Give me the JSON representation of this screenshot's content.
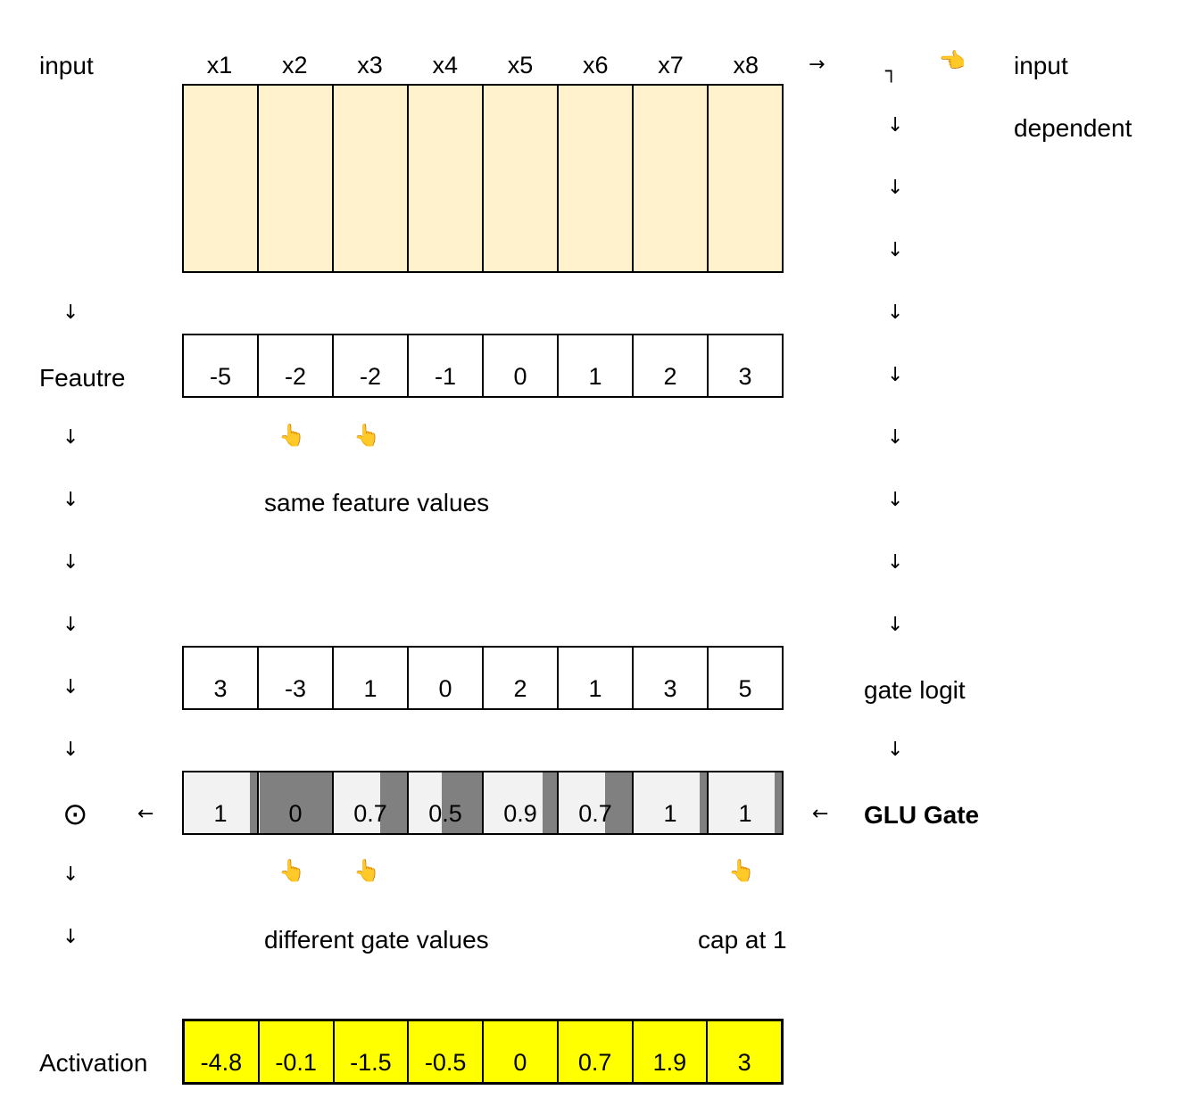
{
  "labels": {
    "input": "input",
    "feature": "Feautre",
    "activation": "Activation",
    "right_input": "input",
    "right_dependent": "dependent",
    "gate_logit": "gate logit",
    "glu_gate": "GLU Gate",
    "same_feature_values": "same feature values",
    "different_gate_values": "different gate values",
    "cap_at_1": "cap at 1"
  },
  "headers": [
    "x1",
    "x2",
    "x3",
    "x4",
    "x5",
    "x6",
    "x7",
    "x8"
  ],
  "feature_values": [
    "-5",
    "-2",
    "-2",
    "-1",
    "0",
    "1",
    "2",
    "3"
  ],
  "gate_logits": [
    "3",
    "-3",
    "1",
    "0",
    "2",
    "1",
    "3",
    "5"
  ],
  "gate_values": [
    "1",
    "0",
    "0.7",
    "0.5",
    "0.9",
    "0.7",
    "1",
    "1"
  ],
  "activation_values": [
    "-4.8",
    "-0.1",
    "-1.5",
    "-0.5",
    "0",
    "0.7",
    "1.9",
    "3"
  ],
  "symbols": {
    "down": "↓",
    "right": "→",
    "left": "←",
    "corner": "┐",
    "odot": "⊙",
    "hand_point": "👆",
    "hand_left": "👈"
  },
  "colors": {
    "input_fill": "#fff2cc",
    "activation_fill": "#ffff00",
    "gate_dark": "#808080",
    "gate_light": "#f2f2f2"
  }
}
